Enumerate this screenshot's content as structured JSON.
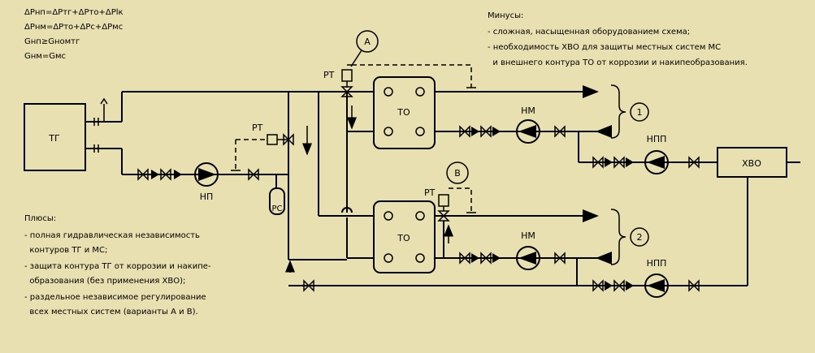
{
  "formulas": [
    "ΔPнп=ΔPтг+ΔPто+ΔPlк",
    "ΔPнм=ΔPто+ΔPс+ΔPмс",
    "Gнп≥Gномтг",
    "Gнм=Gмс"
  ],
  "minus": {
    "title": "Минусы:",
    "items": [
      "- сложная, насыщенная оборудованием схема;",
      "- необходимость ХВО для защиты местных систем МС",
      "  и внешнего контура ТО от коррозии и накипеобразования."
    ]
  },
  "plus": {
    "title": "Плюсы:",
    "items": [
      "- полная гидравлическая независимость",
      "  контуров ТГ и МС;",
      "- защита контура ТГ от коррозии и накипе-",
      "  образования (без применения ХВО);",
      "- раздельное независимое регулирование",
      "  всех местных систем (варианты А и В)."
    ]
  },
  "labels": {
    "tg": "ТГ",
    "np": "НП",
    "rs": "РС",
    "rt1": "РТ",
    "rt2": "РТ",
    "rt3": "РТ",
    "to1": "ТО",
    "to2": "ТО",
    "nm1": "НМ",
    "nm2": "НМ",
    "npp1": "НПП",
    "npp2": "НПП",
    "hvo": "ХВО",
    "varA": "A",
    "varB": "B",
    "sys1": "1",
    "sys2": "2"
  }
}
